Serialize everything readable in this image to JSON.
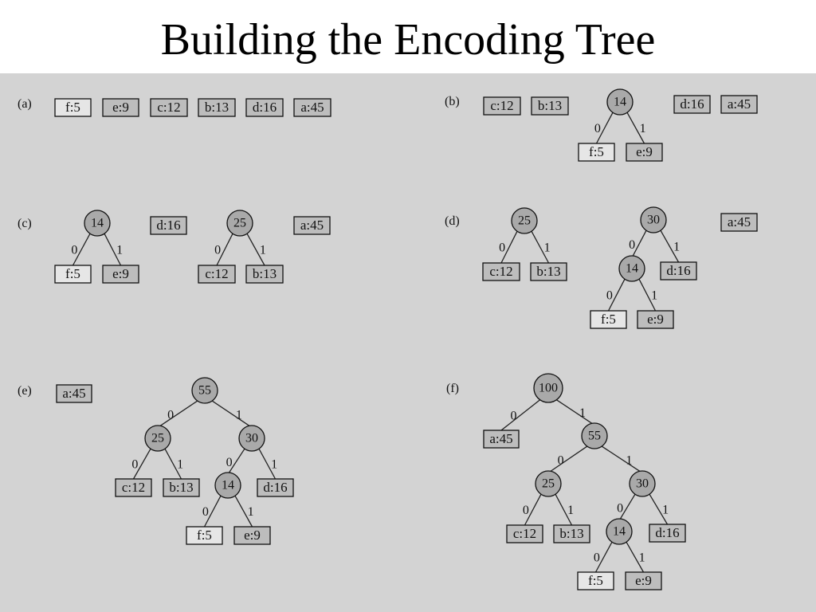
{
  "title": "Building the Encoding Tree",
  "colors": {
    "panel_bg": "#d3d3d3",
    "leaf_fill": "#bdbdbd",
    "leaf_fill_light": "#e6e6e6",
    "node_fill": "#a9a9a9",
    "stroke": "#111111"
  },
  "panels": [
    {
      "id": "a",
      "label": "(a)",
      "leaves": [
        {
          "id": "a_f",
          "label": "f:5"
        },
        {
          "id": "a_e",
          "label": "e:9"
        },
        {
          "id": "a_c",
          "label": "c:12"
        },
        {
          "id": "a_b",
          "label": "b:13"
        },
        {
          "id": "a_d",
          "label": "d:16"
        },
        {
          "id": "a_a",
          "label": "a:45"
        }
      ],
      "nodes": [],
      "edges": []
    },
    {
      "id": "b",
      "label": "(b)",
      "leaves": [
        {
          "id": "b_c",
          "label": "c:12"
        },
        {
          "id": "b_b",
          "label": "b:13"
        },
        {
          "id": "b_f",
          "label": "f:5"
        },
        {
          "id": "b_e",
          "label": "e:9"
        },
        {
          "id": "b_d",
          "label": "d:16"
        },
        {
          "id": "b_a",
          "label": "a:45"
        }
      ],
      "nodes": [
        {
          "id": "b_n14",
          "label": "14"
        }
      ],
      "edges": [
        {
          "from": "b_n14",
          "to": "b_f",
          "label": "0"
        },
        {
          "from": "b_n14",
          "to": "b_e",
          "label": "1"
        }
      ]
    },
    {
      "id": "c",
      "label": "(c)",
      "leaves": [
        {
          "id": "c_f",
          "label": "f:5"
        },
        {
          "id": "c_e",
          "label": "e:9"
        },
        {
          "id": "c_d",
          "label": "d:16"
        },
        {
          "id": "c_c",
          "label": "c:12"
        },
        {
          "id": "c_b",
          "label": "b:13"
        },
        {
          "id": "c_a",
          "label": "a:45"
        }
      ],
      "nodes": [
        {
          "id": "c_n14",
          "label": "14"
        },
        {
          "id": "c_n25",
          "label": "25"
        }
      ],
      "edges": [
        {
          "from": "c_n14",
          "to": "c_f",
          "label": "0"
        },
        {
          "from": "c_n14",
          "to": "c_e",
          "label": "1"
        },
        {
          "from": "c_n25",
          "to": "c_c",
          "label": "0"
        },
        {
          "from": "c_n25",
          "to": "c_b",
          "label": "1"
        }
      ]
    },
    {
      "id": "d",
      "label": "(d)",
      "leaves": [
        {
          "id": "d_c",
          "label": "c:12"
        },
        {
          "id": "d_b",
          "label": "b:13"
        },
        {
          "id": "d_d",
          "label": "d:16"
        },
        {
          "id": "d_f",
          "label": "f:5"
        },
        {
          "id": "d_e",
          "label": "e:9"
        },
        {
          "id": "d_a",
          "label": "a:45"
        }
      ],
      "nodes": [
        {
          "id": "d_n25",
          "label": "25"
        },
        {
          "id": "d_n30",
          "label": "30"
        },
        {
          "id": "d_n14",
          "label": "14"
        }
      ],
      "edges": [
        {
          "from": "d_n25",
          "to": "d_c",
          "label": "0"
        },
        {
          "from": "d_n25",
          "to": "d_b",
          "label": "1"
        },
        {
          "from": "d_n30",
          "to": "d_n14",
          "label": "0"
        },
        {
          "from": "d_n30",
          "to": "d_d",
          "label": "1"
        },
        {
          "from": "d_n14",
          "to": "d_f",
          "label": "0"
        },
        {
          "from": "d_n14",
          "to": "d_e",
          "label": "1"
        }
      ]
    },
    {
      "id": "e",
      "label": "(e)",
      "leaves": [
        {
          "id": "e_a",
          "label": "a:45"
        },
        {
          "id": "e_c",
          "label": "c:12"
        },
        {
          "id": "e_b",
          "label": "b:13"
        },
        {
          "id": "e_d",
          "label": "d:16"
        },
        {
          "id": "e_f",
          "label": "f:5"
        },
        {
          "id": "e_e",
          "label": "e:9"
        }
      ],
      "nodes": [
        {
          "id": "e_n55",
          "label": "55"
        },
        {
          "id": "e_n25",
          "label": "25"
        },
        {
          "id": "e_n30",
          "label": "30"
        },
        {
          "id": "e_n14",
          "label": "14"
        }
      ],
      "edges": [
        {
          "from": "e_n55",
          "to": "e_n25",
          "label": "0"
        },
        {
          "from": "e_n55",
          "to": "e_n30",
          "label": "1"
        },
        {
          "from": "e_n25",
          "to": "e_c",
          "label": "0"
        },
        {
          "from": "e_n25",
          "to": "e_b",
          "label": "1"
        },
        {
          "from": "e_n30",
          "to": "e_n14",
          "label": "0"
        },
        {
          "from": "e_n30",
          "to": "e_d",
          "label": "1"
        },
        {
          "from": "e_n14",
          "to": "e_f",
          "label": "0"
        },
        {
          "from": "e_n14",
          "to": "e_e",
          "label": "1"
        }
      ]
    },
    {
      "id": "f",
      "label": "(f)",
      "leaves": [
        {
          "id": "f_a",
          "label": "a:45"
        },
        {
          "id": "f_c",
          "label": "c:12"
        },
        {
          "id": "f_b",
          "label": "b:13"
        },
        {
          "id": "f_d",
          "label": "d:16"
        },
        {
          "id": "f_f",
          "label": "f:5"
        },
        {
          "id": "f_e",
          "label": "e:9"
        }
      ],
      "nodes": [
        {
          "id": "f_n100",
          "label": "100"
        },
        {
          "id": "f_n55",
          "label": "55"
        },
        {
          "id": "f_n25",
          "label": "25"
        },
        {
          "id": "f_n30",
          "label": "30"
        },
        {
          "id": "f_n14",
          "label": "14"
        }
      ],
      "edges": [
        {
          "from": "f_n100",
          "to": "f_a",
          "label": "0"
        },
        {
          "from": "f_n100",
          "to": "f_n55",
          "label": "1"
        },
        {
          "from": "f_n55",
          "to": "f_n25",
          "label": "0"
        },
        {
          "from": "f_n55",
          "to": "f_n30",
          "label": "1"
        },
        {
          "from": "f_n25",
          "to": "f_c",
          "label": "0"
        },
        {
          "from": "f_n25",
          "to": "f_b",
          "label": "1"
        },
        {
          "from": "f_n30",
          "to": "f_n14",
          "label": "0"
        },
        {
          "from": "f_n30",
          "to": "f_d",
          "label": "1"
        },
        {
          "from": "f_n14",
          "to": "f_f",
          "label": "0"
        },
        {
          "from": "f_n14",
          "to": "f_e",
          "label": "1"
        }
      ]
    }
  ]
}
